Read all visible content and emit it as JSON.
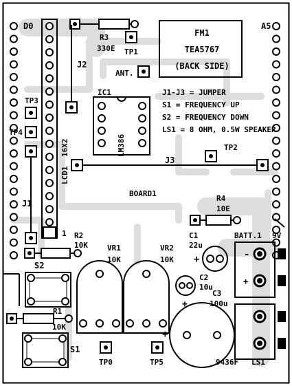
{
  "header": {
    "left_pin": "D0",
    "right_pin": "A5"
  },
  "fm": {
    "ref": "FM1",
    "part": "TEA5767",
    "note": "(BACK SIDE)"
  },
  "r3": {
    "ref": "R3",
    "value": "330E"
  },
  "tp1": {
    "ref": "TP1"
  },
  "ant": {
    "label": "ANT."
  },
  "j2": {
    "ref": "J2"
  },
  "ic1": {
    "ref": "IC1",
    "part": "LM386"
  },
  "notes": [
    "J1-J3 = JUMPER",
    "S1 = FREQUENCY UP",
    "S2 = FREQUENCY DOWN",
    "LS1 = 8 OHM, 0.5W SPEAKER"
  ],
  "tp3": {
    "ref": "TP3"
  },
  "tp4": {
    "ref": "TP4"
  },
  "lcd": {
    "ref": "LCD1",
    "size": "16X2",
    "pin1": "1"
  },
  "tp2": {
    "ref": "TP2"
  },
  "j3": {
    "ref": "J3"
  },
  "board": {
    "label": "BOARD1",
    "code": "9436F"
  },
  "r4": {
    "ref": "R4",
    "value": "10E"
  },
  "j1": {
    "ref": "J1"
  },
  "c1": {
    "ref": "C1",
    "value": "22u"
  },
  "batt": {
    "ref": "BATT.1",
    "voltage": "9V",
    "minus": "-",
    "plus": "+"
  },
  "r2": {
    "ref": "R2",
    "value": "10K"
  },
  "vr1": {
    "ref": "VR1",
    "value": "10K"
  },
  "vr2": {
    "ref": "VR2",
    "value": "10K"
  },
  "c2": {
    "ref": "C2",
    "value": "10u",
    "polarity": "+"
  },
  "c3": {
    "ref": "C3",
    "value": "100u",
    "polarity": "+"
  },
  "s2": {
    "ref": "S2"
  },
  "r1": {
    "ref": "R1",
    "value": "10K"
  },
  "s1": {
    "ref": "S1"
  },
  "tp0": {
    "ref": "TP0"
  },
  "tp5": {
    "ref": "TP5"
  },
  "ls1": {
    "ref": "LS1"
  }
}
